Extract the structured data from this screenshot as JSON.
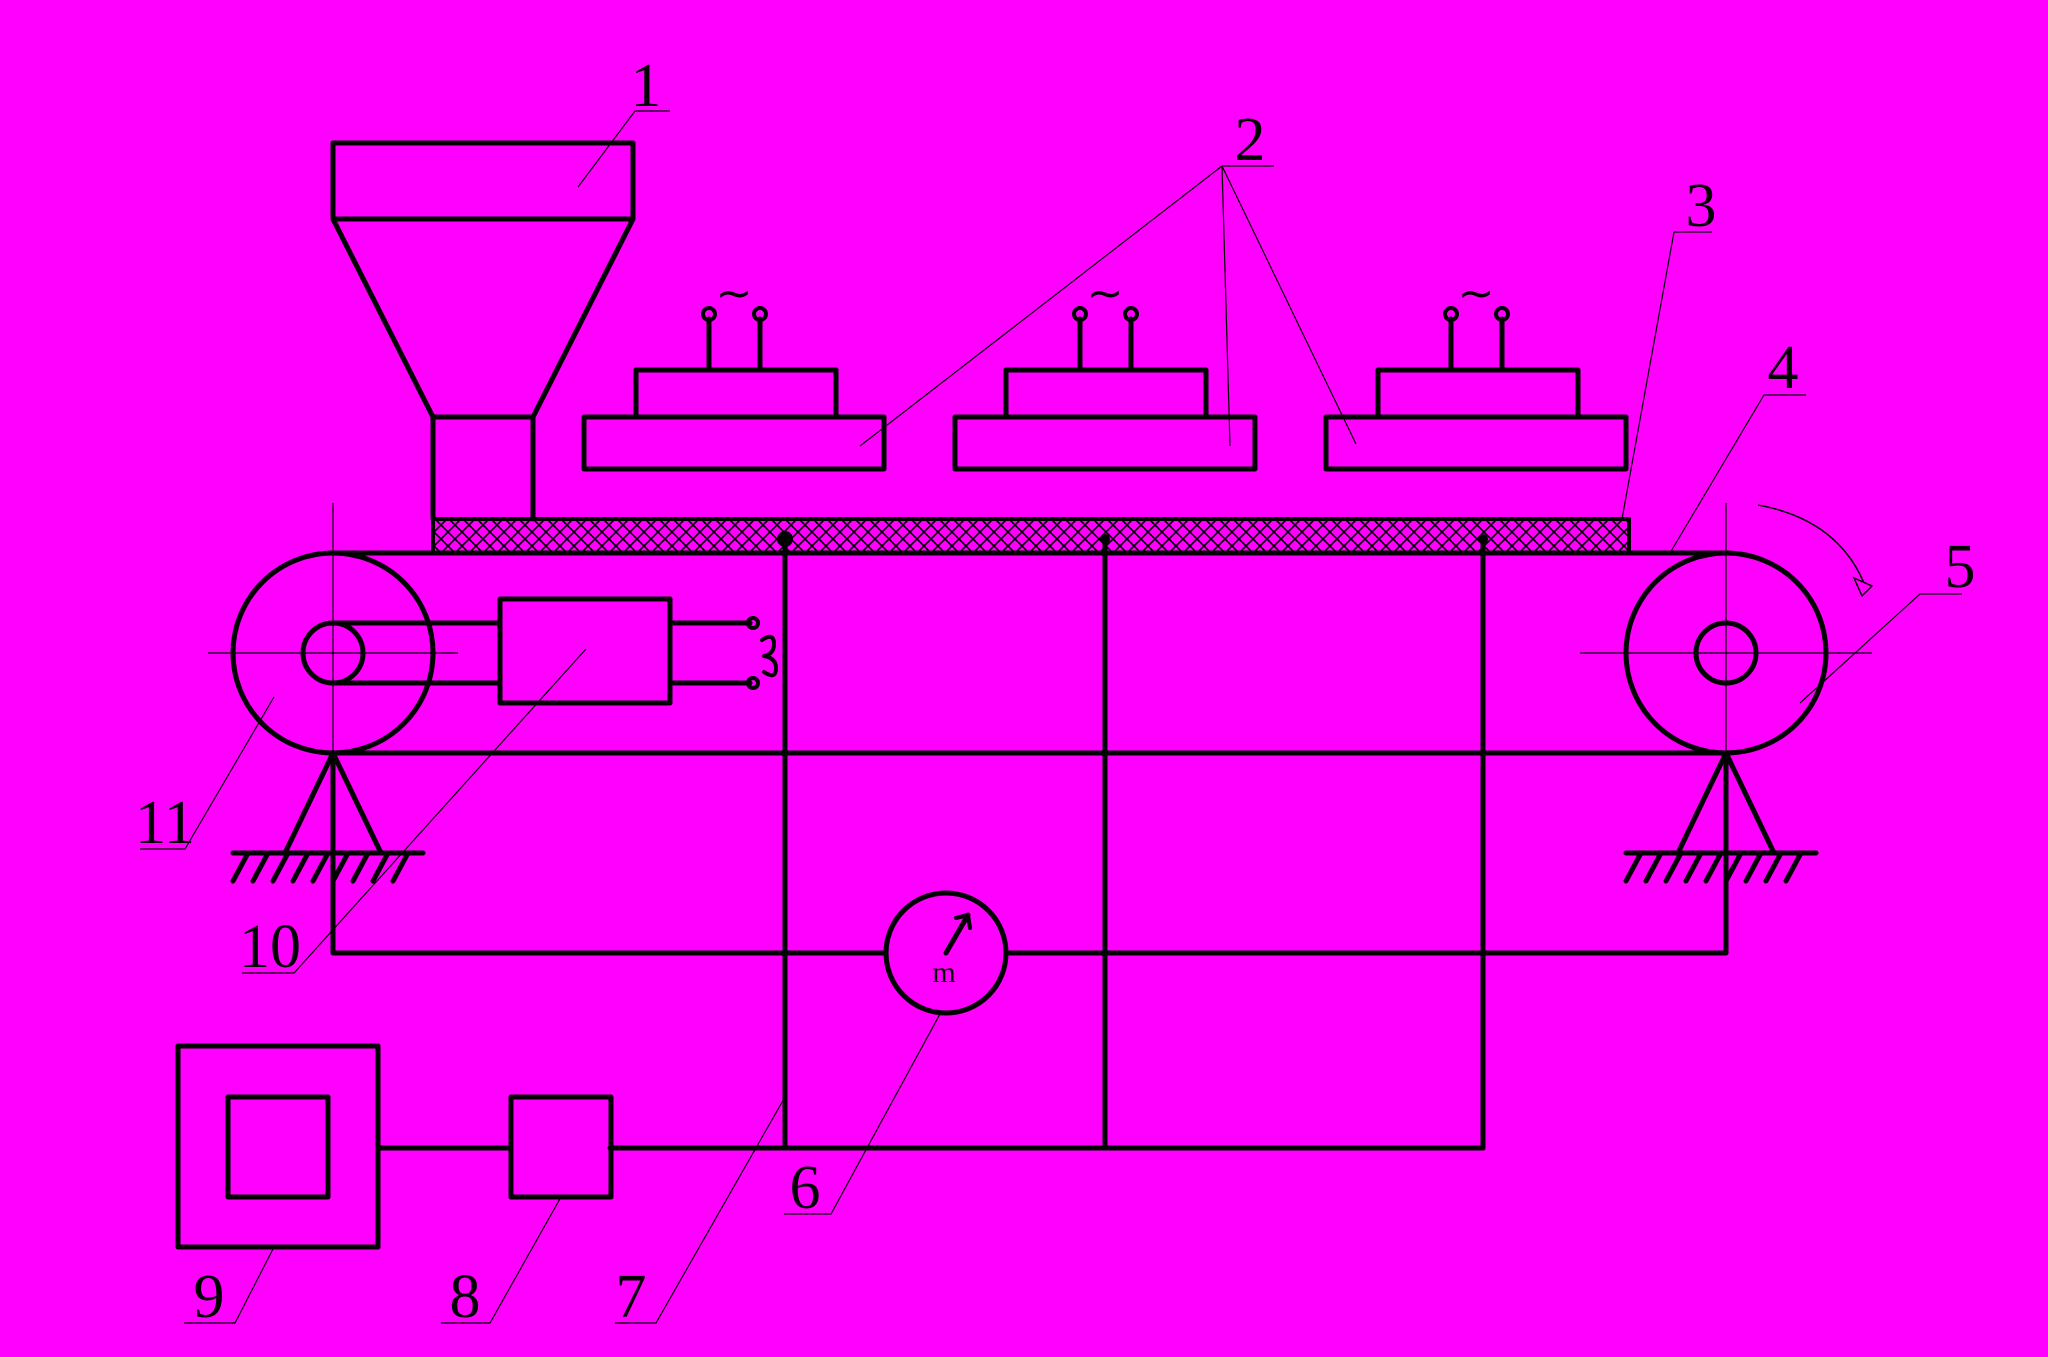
{
  "colors": {
    "background": "#ff00ff",
    "line": "#000000"
  },
  "callouts": {
    "c1": "1",
    "c2": "2",
    "c3": "3",
    "c4": "4",
    "c5": "5",
    "c6": "6",
    "c7": "7",
    "c8": "8",
    "c9": "9",
    "c10": "10",
    "c11": "11"
  },
  "meter": {
    "unit": "m"
  },
  "ac": {
    "symbol": "~"
  },
  "icons": {
    "hopper": "hopper-icon",
    "heater": "heater-icon",
    "pulley": "pulley-icon",
    "ground": "ground-icon",
    "meter": "gauge-icon"
  }
}
